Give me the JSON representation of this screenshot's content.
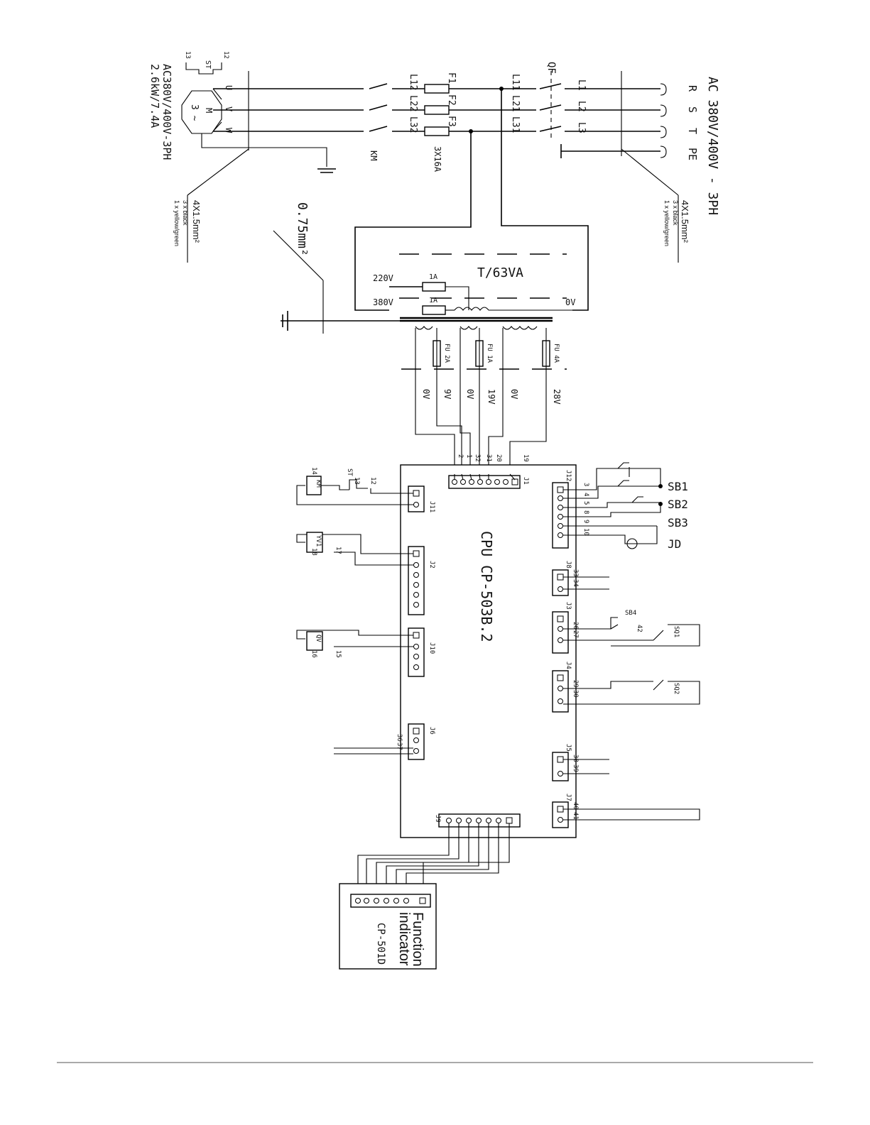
{
  "supply": {
    "title": "AC 380V/400V - 3PH",
    "phases": [
      "R",
      "S",
      "T",
      "PE"
    ],
    "cable": "4X1.5mm²",
    "cable_notes": [
      "3 x black",
      "1 x yellow/green"
    ]
  },
  "breaker": {
    "label": "QF",
    "lines_in": [
      "L1",
      "L2",
      "L3"
    ],
    "lines_out": [
      "L11",
      "L21",
      "L31"
    ]
  },
  "fuses": {
    "labels": [
      "F1",
      "F2",
      "F3"
    ],
    "rating": "3X16A",
    "lines_out": [
      "L12",
      "L22",
      "L32"
    ]
  },
  "contactor": {
    "label": "KM"
  },
  "motor": {
    "terminals": [
      "U",
      "V",
      "W"
    ],
    "symbol": "M",
    "symbol2": "3 ~",
    "rating1": "AC380V/400V-3PH",
    "rating2": "2.6kW/7.4A",
    "switch": "ST",
    "switch_terms": [
      "12",
      "13"
    ],
    "cable": "4X1.5mm²",
    "cable_notes": [
      "3 x black",
      "1 x yellow/green"
    ]
  },
  "ground_wire": "0.75mm²",
  "transformer": {
    "label": "T/63VA",
    "taps": [
      "220V",
      "380V",
      "0V"
    ],
    "tap_fuse": "1A",
    "secondary_fuses": [
      "FU 2A",
      "FU 1A",
      "FU 4A"
    ],
    "outputs": [
      "0V",
      "9V",
      "0V",
      "19V",
      "0V",
      "28V"
    ]
  },
  "cpu": {
    "label": "CPU  CP-503B.2",
    "connectors": [
      "J1",
      "J2",
      "J3",
      "J4",
      "J5",
      "J6",
      "J7",
      "J8",
      "J9",
      "J10",
      "J11",
      "J12"
    ],
    "j1_pins": [
      "2",
      "1",
      "32",
      "31",
      "20",
      "19"
    ],
    "j12_pins": [
      "3",
      "4",
      "5",
      "8",
      "9",
      "10"
    ],
    "j8_pins": [
      "33",
      "34"
    ],
    "j3_pins": [
      "26",
      "27"
    ],
    "j4_pins": [
      "29",
      "30"
    ],
    "j5_pins": [
      "38",
      "39"
    ],
    "j7_pins": [
      "40",
      "41"
    ],
    "j6_pins": [
      "36",
      "37"
    ],
    "j11_pins": [
      "12",
      "13",
      "14"
    ],
    "j2_pins": [
      "17",
      "18"
    ],
    "j10_pins": [
      "15",
      "16"
    ]
  },
  "buttons": [
    "SB1",
    "SB2",
    "SB3"
  ],
  "buzzer": "JD",
  "sb4": "SB4",
  "sb4_pin": "42",
  "limit_switches": [
    "SQ1",
    "SQ2"
  ],
  "coils": [
    "KM",
    "YV1",
    "QV"
  ],
  "display": {
    "line1": "Function",
    "line2": "indicator",
    "model": "CP-501D"
  }
}
